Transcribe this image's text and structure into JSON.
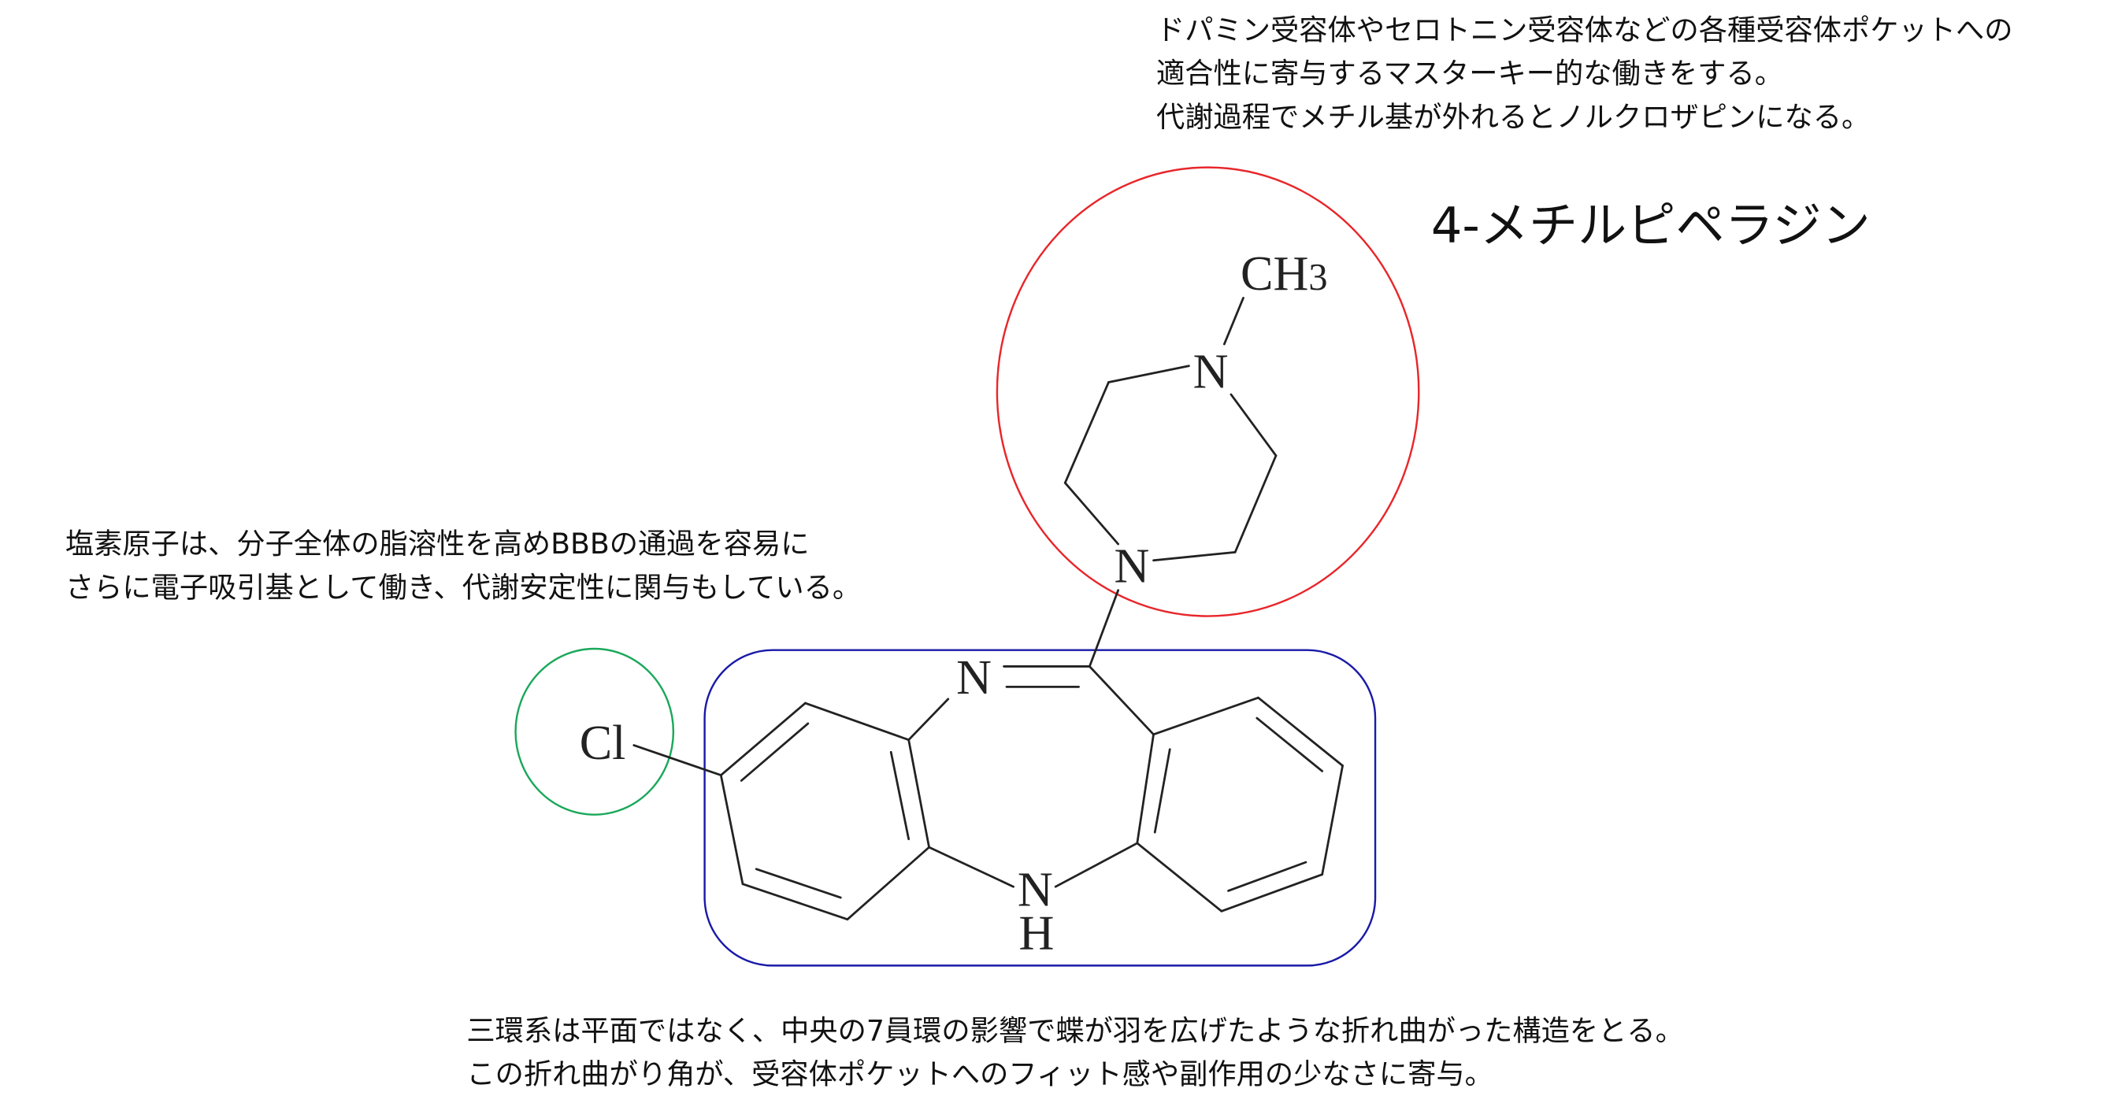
{
  "annotations": {
    "piperazine_note": [
      "ドパミン受容体やセロトニン受容体などの各種受容体ポケットへの",
      "適合性に寄与するマスターキー的な働きをする。",
      "代謝過程でメチル基が外れるとノルクロザピンになる。"
    ],
    "piperazine_title": "4-メチルピペラジン",
    "chlorine_note": [
      "塩素原子は、分子全体の脂溶性を高めBBBの通過を容易に",
      "さらに電子吸引基として働き、代謝安定性に関与もしている。"
    ],
    "tricyclic_note": [
      "三環系は平面ではなく、中央の7員環の影響で蝶が羽を広げたような折れ曲がった構造をとる。",
      "この折れ曲がり角が、受容体ポケットへのフィット感や副作用の少なさに寄与。"
    ]
  },
  "atoms": {
    "methyl_c": "CH",
    "methyl_sub": "3",
    "n_top": "N",
    "n_bottom": "N",
    "n_imine": "N",
    "n_amine": "N",
    "h_amine": "H",
    "chlorine": "Cl"
  },
  "colors": {
    "piperazine_circle": "#e8262a",
    "chlorine_circle": "#1aa85a",
    "tricyclic_box": "#1a1aa8"
  }
}
